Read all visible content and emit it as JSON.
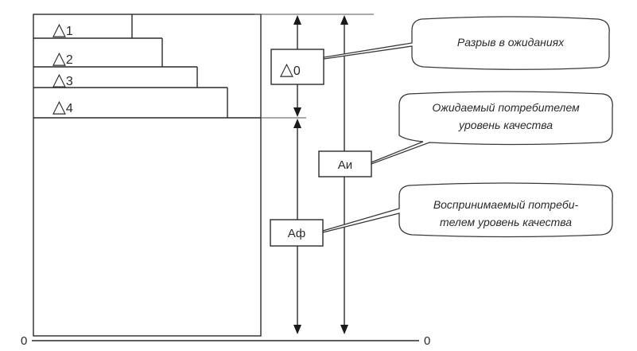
{
  "diagram": {
    "levels": [
      {
        "symbol": "△",
        "index": "1"
      },
      {
        "symbol": "△",
        "index": "2"
      },
      {
        "symbol": "△",
        "index": "3"
      },
      {
        "symbol": "△",
        "index": "4"
      }
    ],
    "gap_box": {
      "symbol": "△",
      "index": "0"
    },
    "expected_box": {
      "label": "Аи"
    },
    "perceived_box": {
      "label": "Аф"
    },
    "axis": {
      "left_zero": "0",
      "right_zero": "0"
    },
    "callouts": {
      "gap": {
        "lines": [
          "Разрыв в ожиданиях"
        ]
      },
      "expected": {
        "lines": [
          "Ожидаемый потребителем",
          "уровень качества"
        ]
      },
      "perceived": {
        "lines": [
          "Воспринимаемый потреби-",
          "телем уровень качества"
        ]
      }
    }
  }
}
